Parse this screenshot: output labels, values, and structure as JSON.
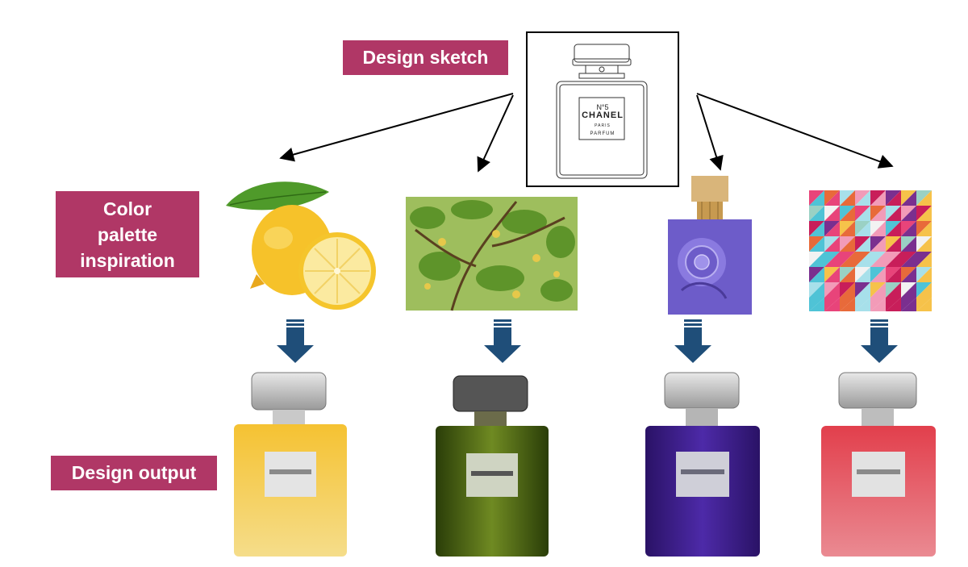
{
  "labels": {
    "design_sketch": "Design sketch",
    "color_palette": [
      "Color",
      "palette",
      "inspiration"
    ],
    "design_output": "Design output"
  },
  "sketch": {
    "number": "N°5",
    "brand": "CHANEL",
    "city": "PARIS",
    "type": "PARFUM"
  },
  "colors": {
    "label_bg": "#b03766",
    "arrow_down": "#1f4e79",
    "output_yellow": "#f2b61c",
    "output_green": "#3d5a10",
    "output_purple": "#3b1c86",
    "output_red": "#de3a4a"
  },
  "icons": [
    "lemon-image",
    "lemon-tree-image",
    "purple-rose-perfume-image",
    "geometric-triangle-pattern-image",
    "down-arrow-icon"
  ]
}
